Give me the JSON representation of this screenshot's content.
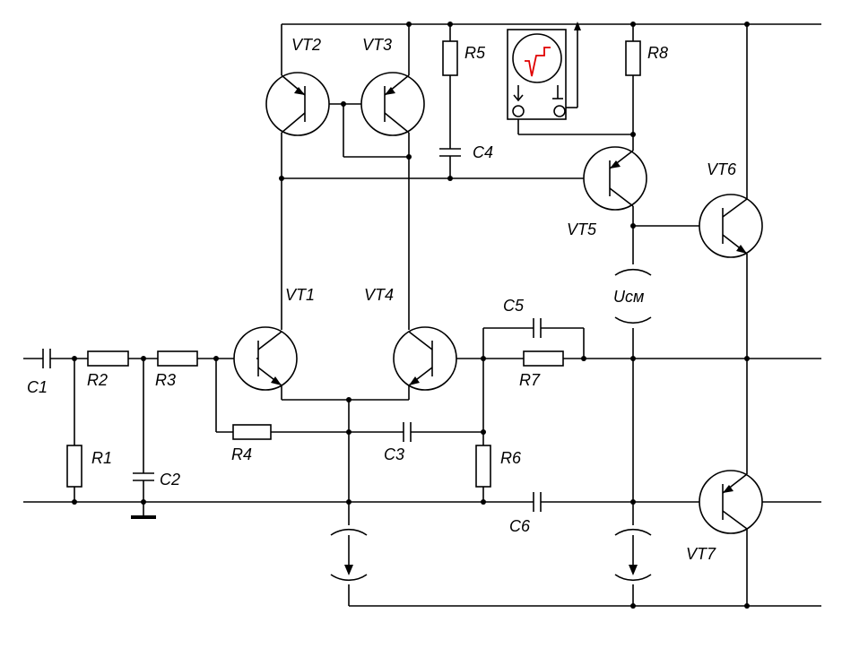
{
  "labels": {
    "vt1": "VT1",
    "vt2": "VT2",
    "vt3": "VT3",
    "vt4": "VT4",
    "vt5": "VT5",
    "vt6": "VT6",
    "vt7": "VT7",
    "r1": "R1",
    "r2": "R2",
    "r3": "R3",
    "r4": "R4",
    "r5": "R5",
    "r6": "R6",
    "r7": "R7",
    "r8": "R8",
    "c1": "C1",
    "c2": "C2",
    "c3": "C3",
    "c4": "C4",
    "c5": "C5",
    "c6": "C6",
    "ucm": "Uсм"
  },
  "colors": {
    "stroke": "#000000",
    "oscilloscope_trace": "#e00000"
  },
  "icons": {
    "oscilloscope": "oscilloscope-icon",
    "ground": "ground-icon",
    "current_source": "current-source-icon"
  }
}
